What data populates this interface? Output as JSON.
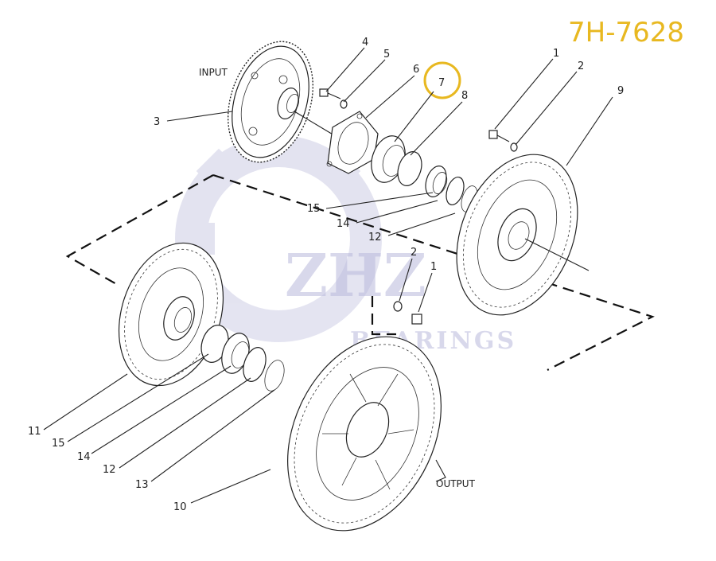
{
  "reference_code": "7H-7628",
  "io_labels": {
    "input": "INPUT",
    "output": "OUTPUT"
  },
  "watermark": {
    "brand": "ZHZ",
    "sub": "BEARINGS"
  },
  "highlight_color": "#e8b820",
  "callouts": {
    "upper": {
      "p4": "4",
      "p5": "5",
      "p6": "6",
      "p7": "7",
      "p8": "8",
      "p1": "1",
      "p2": "2",
      "p9": "9",
      "p3": "3",
      "p15": "15",
      "p14": "14",
      "p12": "12"
    },
    "middle": {
      "p2": "2",
      "p1": "1"
    },
    "lower": {
      "p11": "11",
      "p15": "15",
      "p14": "14",
      "p12": "12",
      "p13": "13",
      "p10": "10"
    }
  },
  "highlighted_part": "7"
}
